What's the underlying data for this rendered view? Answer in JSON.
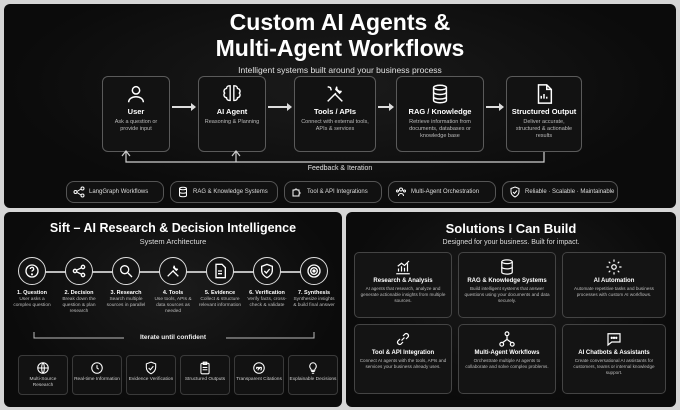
{
  "top": {
    "title_line1": "Custom AI Agents &",
    "title_line2": "Multi-Agent Workflows",
    "subtitle": "Intelligent systems built around your business process",
    "flow": [
      {
        "title": "User",
        "desc": "Ask a question or provide input",
        "icon": "user-icon"
      },
      {
        "title": "AI Agent",
        "desc": "Reasoning & Planning",
        "icon": "brain-icon"
      },
      {
        "title": "Tools / APIs",
        "desc": "Connect with external tools, APIs & services",
        "icon": "tools-icon"
      },
      {
        "title": "RAG / Knowledge",
        "desc": "Retrieve information from documents, databases or knowledge base",
        "icon": "database-icon"
      },
      {
        "title": "Structured Output",
        "desc": "Deliver accurate, structured & actionable results",
        "icon": "document-icon"
      }
    ],
    "feedback": "Feedback & Iteration",
    "features": [
      {
        "label": "LangGraph Workflows",
        "icon": "graph-icon"
      },
      {
        "label": "RAG & Knowledge Systems",
        "icon": "database-icon"
      },
      {
        "label": "Tool & API Integrations",
        "icon": "puzzle-icon"
      },
      {
        "label": "Multi-Agent Orchestration",
        "icon": "people-icon"
      },
      {
        "label": "Reliable · Scalable · Maintainable",
        "icon": "shield-icon"
      }
    ]
  },
  "sift": {
    "title": "Sift – AI Research & Decision Intelligence",
    "subtitle": "System Architecture",
    "steps": [
      {
        "title": "1. Question",
        "desc": "User asks a complex question",
        "icon": "question-icon"
      },
      {
        "title": "2. Decision",
        "desc": "Break down the question & plan research",
        "icon": "branch-icon"
      },
      {
        "title": "3. Research",
        "desc": "Search multiple sources in parallel",
        "icon": "search-icon"
      },
      {
        "title": "4. Tools",
        "desc": "Use tools, APIs & data sources as needed",
        "icon": "tools-icon"
      },
      {
        "title": "5. Evidence",
        "desc": "Collect & structure relevant information",
        "icon": "document-icon"
      },
      {
        "title": "6. Verification",
        "desc": "Verify facts, cross-check & validate",
        "icon": "shield-check-icon"
      },
      {
        "title": "7. Synthesis",
        "desc": "Synthesize insights & build final answer",
        "icon": "target-icon"
      }
    ],
    "loop": "Iterate until confident",
    "features": [
      {
        "label": "Multi-Source Research",
        "icon": "globe-icon"
      },
      {
        "label": "Real-time Information",
        "icon": "clock-icon"
      },
      {
        "label": "Evidence Verification",
        "icon": "shield-check-icon"
      },
      {
        "label": "Structured Outputs",
        "icon": "clipboard-icon"
      },
      {
        "label": "Transparent Citations",
        "icon": "quote-icon"
      },
      {
        "label": "Explainable Decisions",
        "icon": "bulb-icon"
      }
    ]
  },
  "solutions": {
    "title": "Solutions I Can Build",
    "subtitle": "Designed for your business. Built for impact.",
    "cards": [
      {
        "title": "Research & Analysis",
        "desc": "AI agents that research, analyze and generate actionable insights from multiple sources.",
        "icon": "chart-icon"
      },
      {
        "title": "RAG & Knowledge Systems",
        "desc": "Build intelligent systems that answer questions using your documents and data securely.",
        "icon": "database-icon"
      },
      {
        "title": "AI Automation",
        "desc": "Automate repetitive tasks and business processes with custom AI workflows.",
        "icon": "gear-icon"
      },
      {
        "title": "Tool & API Integration",
        "desc": "Connect AI agents with the tools, APIs and services your business already uses.",
        "icon": "link-icon"
      },
      {
        "title": "Multi-Agent Workflows",
        "desc": "Orchestrate multiple AI agents to collaborate and solve complex problems.",
        "icon": "network-icon"
      },
      {
        "title": "AI Chatbots & Assistants",
        "desc": "Create conversational AI assistants for customers, teams or internal knowledge support.",
        "icon": "chat-icon"
      }
    ]
  }
}
